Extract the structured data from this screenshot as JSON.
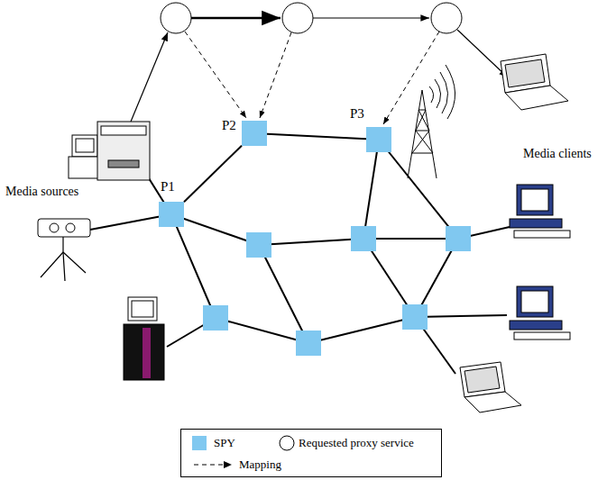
{
  "diagram": {
    "nodes": [
      {
        "text": [
          "P1"
        ]
      },
      {
        "text": [
          "P2"
        ]
      },
      {
        "text": [
          "P3"
        ]
      }
    ],
    "edges": [
      {
        "from": 0,
        "to": 1,
        "arrow": "none"
      },
      {
        "from": 1,
        "to": 2,
        "arrow": "none"
      }
    ],
    "labels": [
      "Media sources",
      "Media clients"
    ],
    "legend": [
      {
        "text": "SPY",
        "color": "#80c8f0"
      },
      {
        "text": "Requested proxy service"
      },
      {
        "text": "Mapping"
      }
    ]
  }
}
